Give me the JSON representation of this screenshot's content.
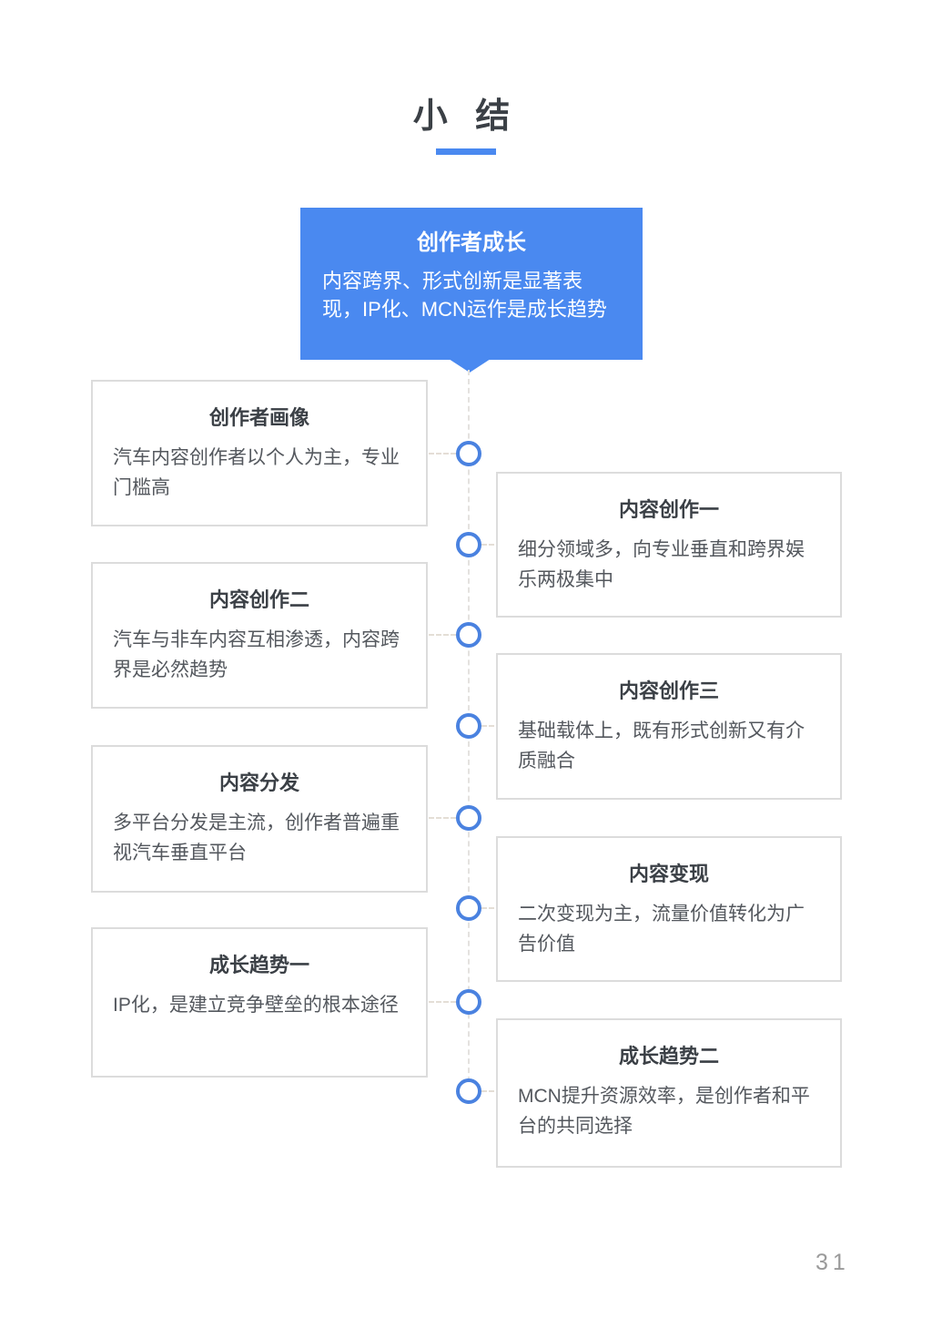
{
  "page": {
    "title": "小 结",
    "page_number": "31"
  },
  "root_card": {
    "title": "创作者成长",
    "body": "内容跨界、形式创新是显著表现，IP化、MCN运作是成长趋势"
  },
  "cards": [
    {
      "side": "left",
      "title": "创作者画像",
      "body": "汽车内容创作者以个人为主，专业门槛高"
    },
    {
      "side": "right",
      "title": "内容创作一",
      "body": "细分领域多，向专业垂直和跨界娱乐两极集中"
    },
    {
      "side": "left",
      "title": "内容创作二",
      "body": "汽车与非车内容互相渗透，内容跨界是必然趋势"
    },
    {
      "side": "right",
      "title": "内容创作三",
      "body": "基础载体上，既有形式创新又有介质融合"
    },
    {
      "side": "left",
      "title": "内容分发",
      "body": "多平台分发是主流，创作者普遍重视汽车垂直平台"
    },
    {
      "side": "right",
      "title": "内容变现",
      "body": "二次变现为主，流量价值转化为广告价值"
    },
    {
      "side": "left",
      "title": "成长趋势一",
      "body": "IP化，是建立竞争壁垒的根本途径"
    },
    {
      "side": "right",
      "title": "成长趋势二",
      "body": "MCN提升资源效率，是创作者和平台的共同选择"
    }
  ],
  "colors": {
    "accent_blue": "#4a89f0",
    "node_ring_blue": "#4a82e0",
    "card_border": "#dcdcdc",
    "title_text": "#3b4046",
    "body_text": "#54585e",
    "page_number_text": "#9a9a9a"
  }
}
